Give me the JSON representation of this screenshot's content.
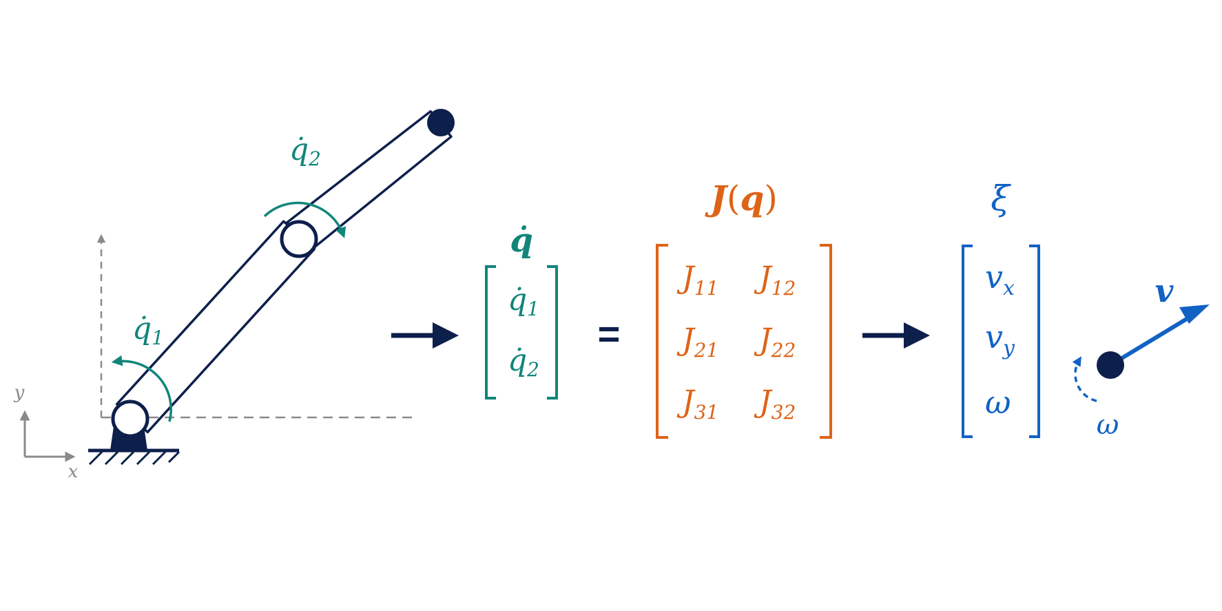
{
  "colors": {
    "navy": "#0d1f4b",
    "teal": "#11857a",
    "orange": "#dd6317",
    "blue": "#1262c4",
    "gray": "#8a8a8a",
    "background": "#ffffff"
  },
  "icons": {
    "base_frame": "xy-axes-icon",
    "ground": "hatched-ground-icon",
    "joint_rotation": "curved-rotation-arrow-icon",
    "flow_arrow": "right-arrow-icon",
    "velocity_arrow": "velocity-arrow-icon",
    "angular_arrow": "dashed-rotation-arrow-icon"
  },
  "robot": {
    "frame": {
      "x_label": "x",
      "y_label": "y"
    },
    "joint1": {
      "symbol": "q̇",
      "subscript": "1"
    },
    "joint2": {
      "symbol": "q̇",
      "subscript": "2"
    }
  },
  "equation": {
    "joint_velocity": {
      "label": "q̇",
      "entries": [
        {
          "symbol": "q̇",
          "subscript": "1"
        },
        {
          "symbol": "q̇",
          "subscript": "2"
        }
      ]
    },
    "equals": "=",
    "jacobian": {
      "label_main": "J",
      "label_open": "(",
      "label_arg": "q",
      "label_close": ")",
      "rows": [
        [
          {
            "symbol": "J",
            "subscript": "11"
          },
          {
            "symbol": "J",
            "subscript": "12"
          }
        ],
        [
          {
            "symbol": "J",
            "subscript": "21"
          },
          {
            "symbol": "J",
            "subscript": "22"
          }
        ],
        [
          {
            "symbol": "J",
            "subscript": "31"
          },
          {
            "symbol": "J",
            "subscript": "32"
          }
        ]
      ]
    },
    "twist": {
      "label": "ξ",
      "entries": [
        {
          "symbol": "v",
          "subscript": "x"
        },
        {
          "symbol": "v",
          "subscript": "y"
        },
        {
          "symbol": "ω",
          "subscript": ""
        }
      ]
    }
  },
  "end_effector": {
    "velocity_label": "v",
    "angular_label": "ω"
  }
}
